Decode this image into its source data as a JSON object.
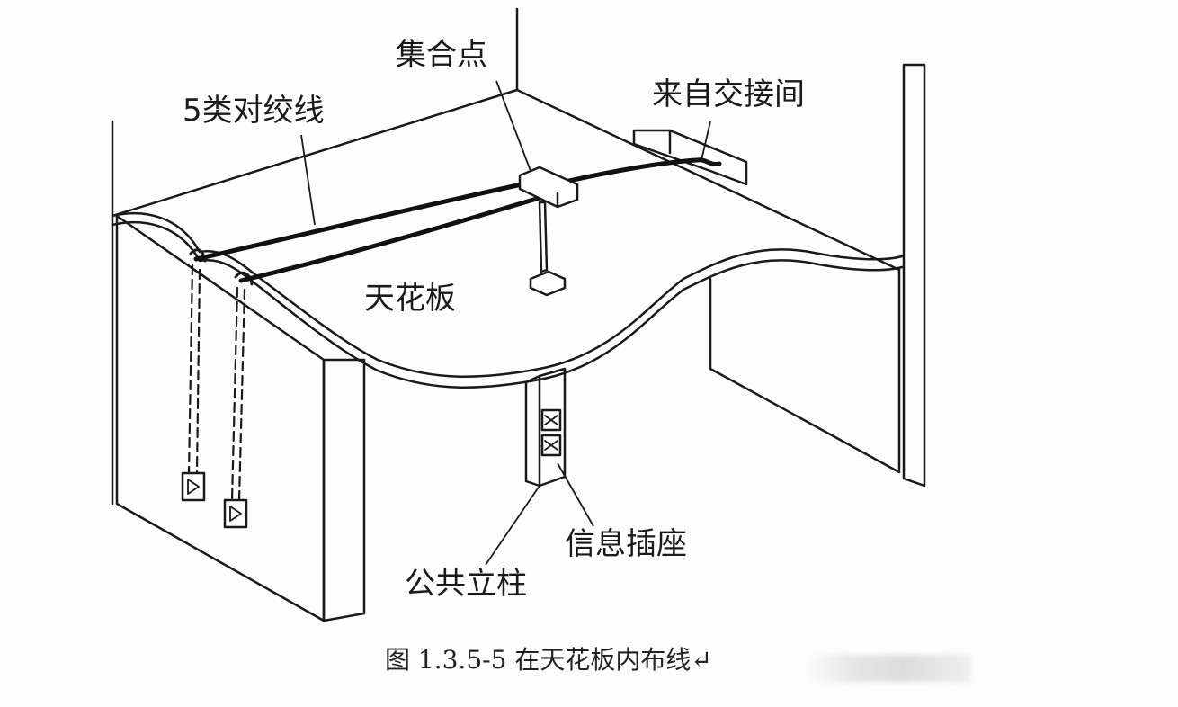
{
  "labels": {
    "cat5_cable": "5类对绞线",
    "consolidation_point": "集合点",
    "from_cross_connect": "来自交接间",
    "ceiling": "天花板",
    "info_outlet": "信息插座",
    "public_column": "公共立柱"
  },
  "caption": "图 1.3.5-5 在天花板内布线↵",
  "colors": {
    "line": "#1a1a1a",
    "cable": "#111111",
    "background": "#fdfdfd"
  }
}
